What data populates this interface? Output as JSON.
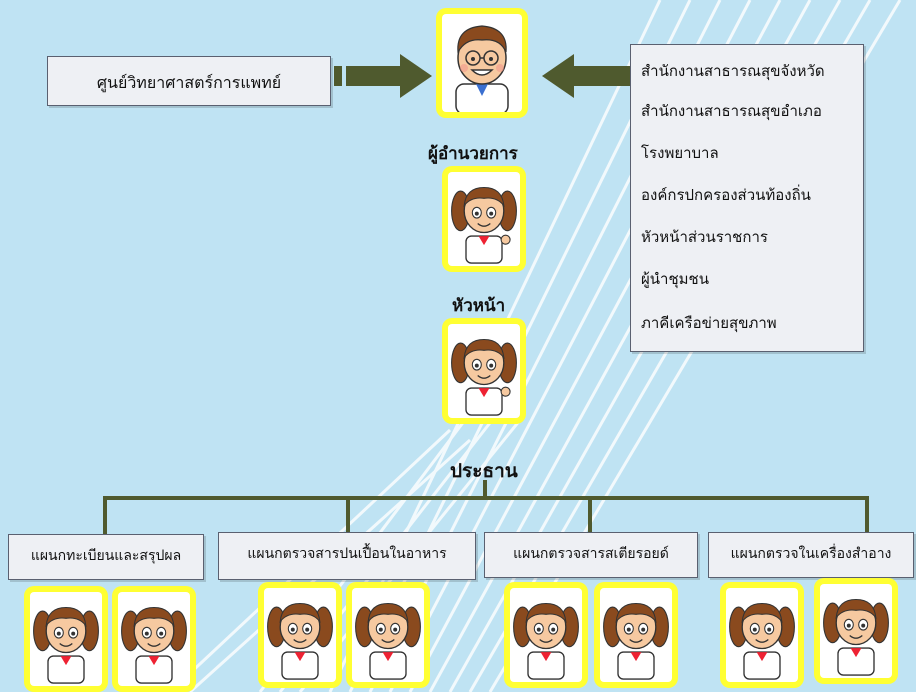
{
  "left_box": {
    "label": "ศูนย์วิทยาศาสตร์การแพทย์"
  },
  "right_box": {
    "items": [
      "สำนักงานสาธารณสุขจังหวัด",
      "สำนักงานสาธารณสุขอำเภอ",
      "โรงพยาบาล",
      "องค์กรปกครองส่วนท้องถิ่น",
      "หัวหน้าส่วนราชการ",
      "ผู้นำชุมชน",
      "ภาคีเครือข่ายสุขภาพ"
    ]
  },
  "roles": {
    "director": "ผู้อำนวยการ",
    "head": "หัวหน้า",
    "chair": "ประธาน"
  },
  "departments": [
    {
      "label": "แผนกทะเบียนและสรุปผล"
    },
    {
      "label": "แผนกตรวจสารปนเปื้อนในอาหาร"
    },
    {
      "label": "แผนกตรวจสารสเตียรอยด์"
    },
    {
      "label": "แผนกตรวจในเครื่องสำอาง"
    }
  ],
  "colors": {
    "background": "#bfe3f3",
    "frame": "#ffff33",
    "arrow": "#4f5a2e",
    "connector": "#4f5a2e"
  }
}
